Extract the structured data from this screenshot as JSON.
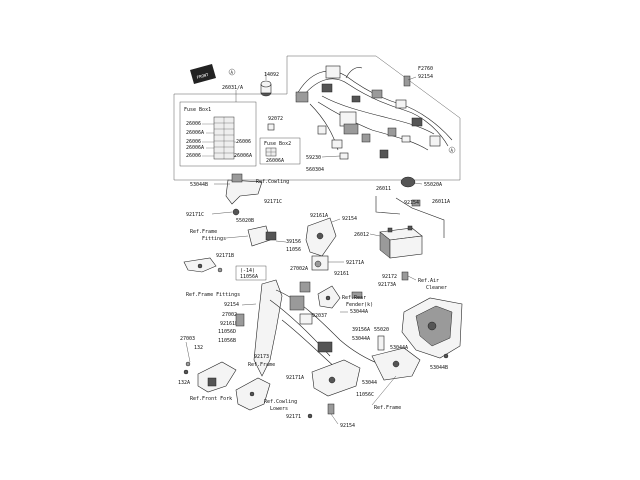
{
  "front_badge": "FRONT",
  "fuse_box_1": {
    "title": "Fuse Box1",
    "rows": [
      "26006",
      "26006A",
      "26006",
      "26006",
      "26006A",
      "26006",
      "26006A"
    ]
  },
  "fuse_box_2": {
    "title": "Fuse Box2",
    "part": "26006A"
  },
  "labels": {
    "p14092": "14092",
    "p26031A": "26031/A",
    "p92072": "92072",
    "p27760": "F2760",
    "p92154_top": "92154",
    "p59230": "59230",
    "p560304": "560304",
    "p53044B": "53044B",
    "refcowl": "Ref.Cowling",
    "p92171C_a": "92171C",
    "p92171C_b": "92171C",
    "p55020B": "55020B",
    "refframe1": "Ref.Frame",
    "fittings": "Fittings",
    "p39156": "39156",
    "p11056": "11056",
    "p92161A": "92161A",
    "p92154_mid": "92154",
    "p26011": "26011",
    "p55020A": "55020A",
    "p26011A": "26011A",
    "p92154_r": "92154",
    "p26012": "26012",
    "p92171B": "92171B",
    "p14A": "(-14)",
    "p11056A": "11056A",
    "p27002A": "27002A",
    "p92171A": "92171A",
    "p92161": "92161",
    "refframefit": "Ref.Frame Fittings",
    "p92172": "92172",
    "p92173A": "92173A",
    "refair": "Ref.Air",
    "cleaner": "Cleaner",
    "p92154_l": "92154",
    "refrear": "Ref.Rear",
    "fender": "Fender(k)",
    "p27002": "27002",
    "p92161B": "92161B",
    "p11056D": "11056D",
    "p11056B": "11056B",
    "p92037": "92037",
    "p53044A_a": "53044A",
    "p27003": "27003",
    "p132": "132",
    "p39156A": "39156A",
    "p55020": "55020",
    "p53044A_b": "53044A",
    "p92173": "92173",
    "refframe2": "Ref.Frame",
    "p53044A_c": "53044A",
    "p92171A_b": "92171A",
    "p132A": "132A",
    "p53044": "53044",
    "p53044B_b": "53044B",
    "reffork": "Ref.Front Fork",
    "p11056C": "11056C",
    "refcowl_low": "Ref.Cowling",
    "lowers": "Lowers",
    "refframe3": "Ref.Frame",
    "p92171": "92171",
    "p92154_b": "92154"
  },
  "callout_a": "A"
}
